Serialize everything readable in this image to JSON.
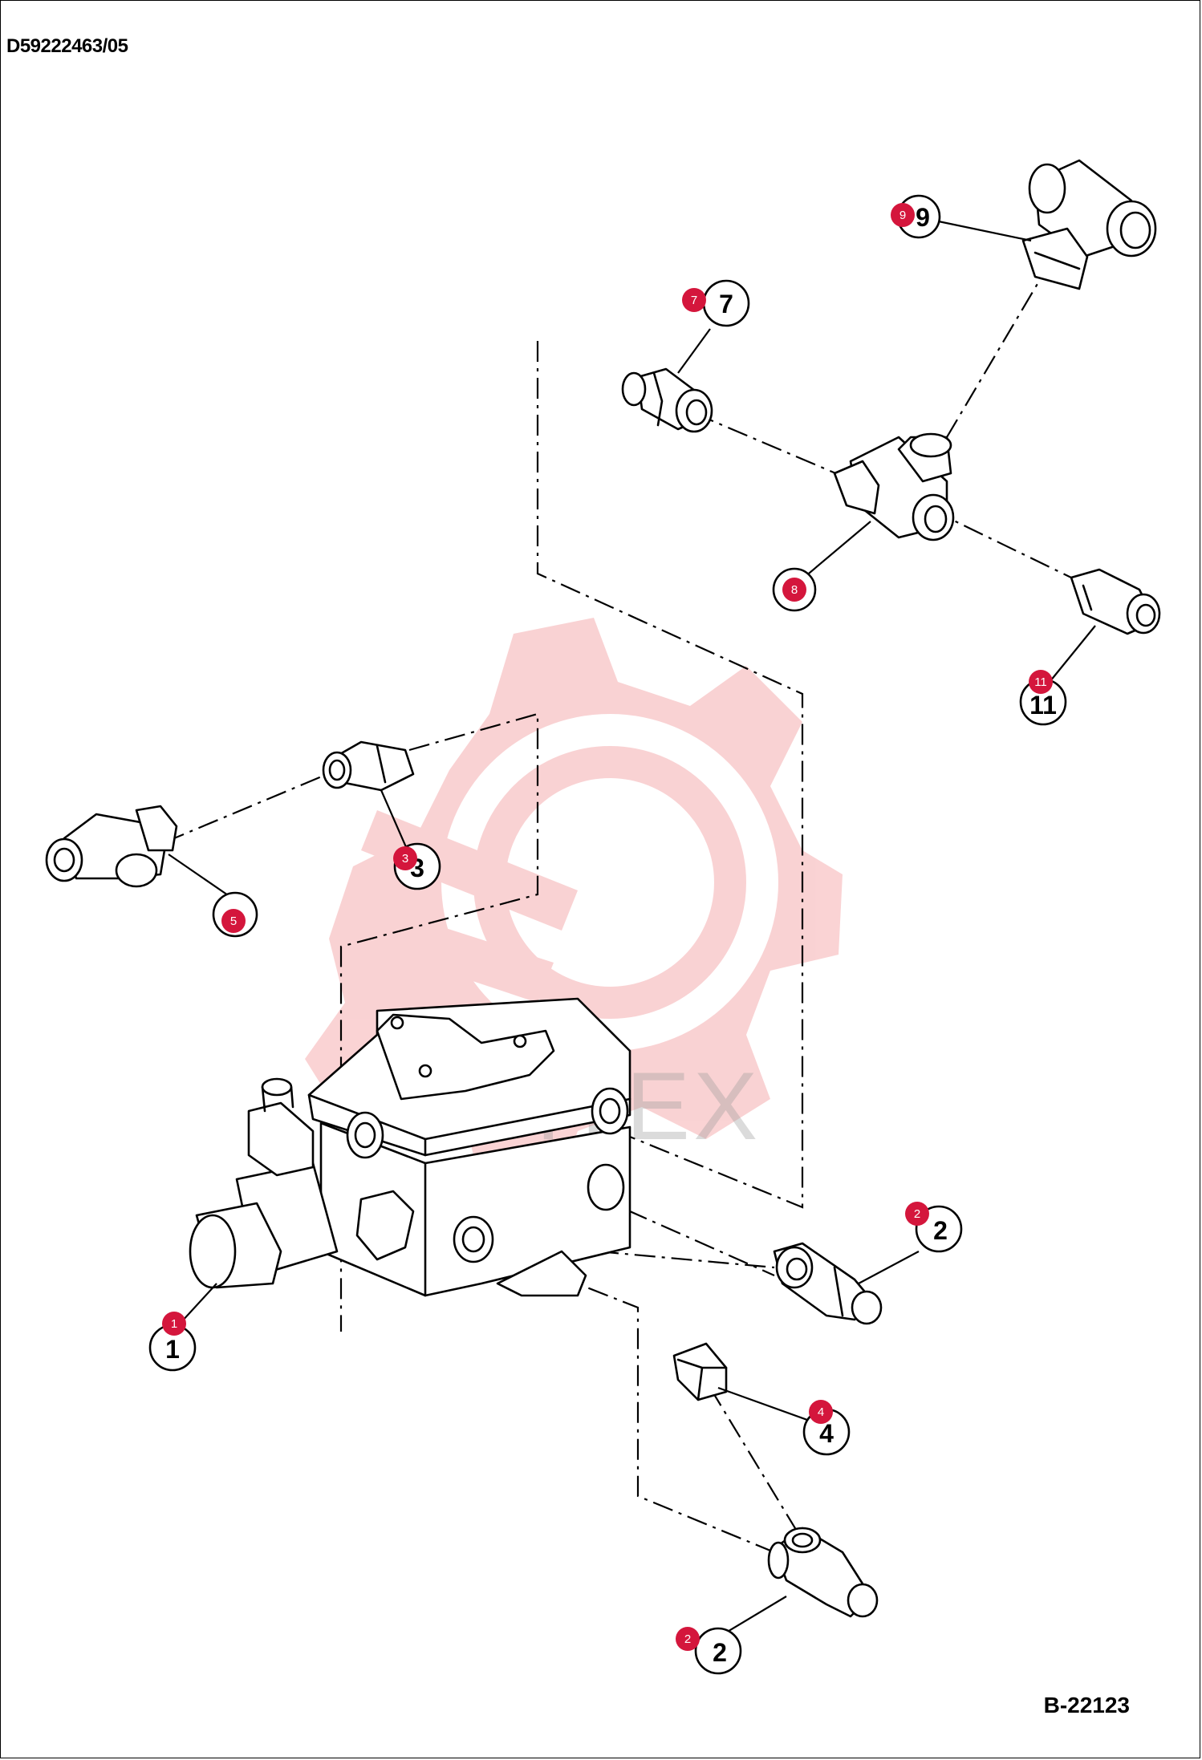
{
  "header": {
    "doc_code": "D59222463/05"
  },
  "footer": {
    "figure_code": "B-22123"
  },
  "watermark": {
    "text": "ИНТЕХ",
    "color": "#e8383d"
  },
  "colors": {
    "badge": "#d4163c",
    "line": "#000000"
  },
  "callouts": [
    {
      "id": "c7",
      "number": "7",
      "badge": "7"
    },
    {
      "id": "c9",
      "number": "9",
      "badge": "9"
    },
    {
      "id": "c8",
      "number": "",
      "badge": "8"
    },
    {
      "id": "c11",
      "number": "11",
      "badge": "11"
    },
    {
      "id": "c3",
      "number": "3",
      "badge": "3"
    },
    {
      "id": "c5",
      "number": "",
      "badge": "5"
    },
    {
      "id": "c2a",
      "number": "2",
      "badge": "2"
    },
    {
      "id": "c1",
      "number": "1",
      "badge": "1"
    },
    {
      "id": "c4",
      "number": "4",
      "badge": "4"
    },
    {
      "id": "c2b",
      "number": "2",
      "badge": "2"
    }
  ]
}
